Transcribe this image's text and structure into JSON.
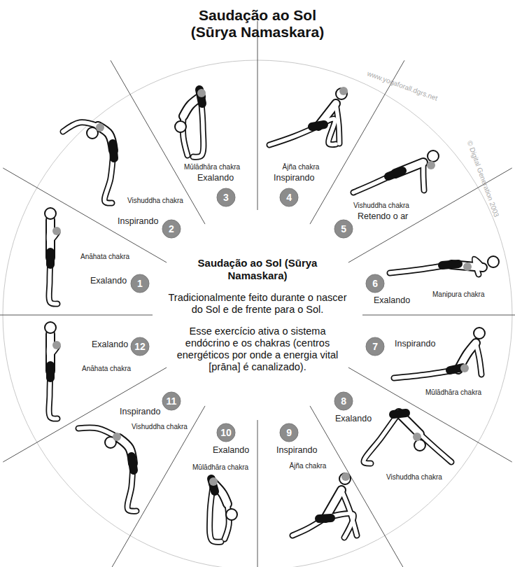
{
  "diagram": {
    "title": "Saudação ao Sol (Sūrya Namaskara)",
    "nodes": [
      {
        "text": [
          "Saudação ao Sol (Sūrya Namaskara)",
          "Tradicionalmente feito durante o nascer do Sol e de frente para o Sol.",
          "Esse exercício ativa o sistema endócrino e os chakras (centros energéticos por onde a energia vital [prāna] é canalizado)."
        ]
      },
      {
        "text": [
          "1"
        ]
      },
      {
        "text": [
          "2"
        ]
      },
      {
        "text": [
          "3"
        ]
      },
      {
        "text": [
          "4"
        ]
      },
      {
        "text": [
          "5"
        ]
      },
      {
        "text": [
          "6"
        ]
      },
      {
        "text": [
          "7"
        ]
      },
      {
        "text": [
          "8"
        ]
      },
      {
        "text": [
          "9"
        ]
      },
      {
        "text": [
          "10"
        ]
      },
      {
        "text": [
          "11"
        ]
      },
      {
        "text": [
          "12"
        ]
      }
    ],
    "labels": [
      "Exalando",
      "Anāhata chakra",
      "Inspirando",
      "Vishuddha chakra",
      "Exalando",
      "Mūlādhāra chakra",
      "Inspirando",
      "Ājña chakra",
      "Retendo o ar",
      "Vishuddha chakra",
      "Exalando",
      "Manipura chakra",
      "Inspirando",
      "Mūlādhāra chakra",
      "Exalando",
      "Vishuddha chakra",
      "Inspirando",
      "Ājña chakra",
      "Exalando",
      "Mūlādhāra chakra",
      "Inspirando",
      "Vishuddha chakra",
      "Exalando",
      "Anāhata chakra",
      "www.yogaforall.dgrs.net",
      "© Digital Generation 2003"
    ]
  }
}
